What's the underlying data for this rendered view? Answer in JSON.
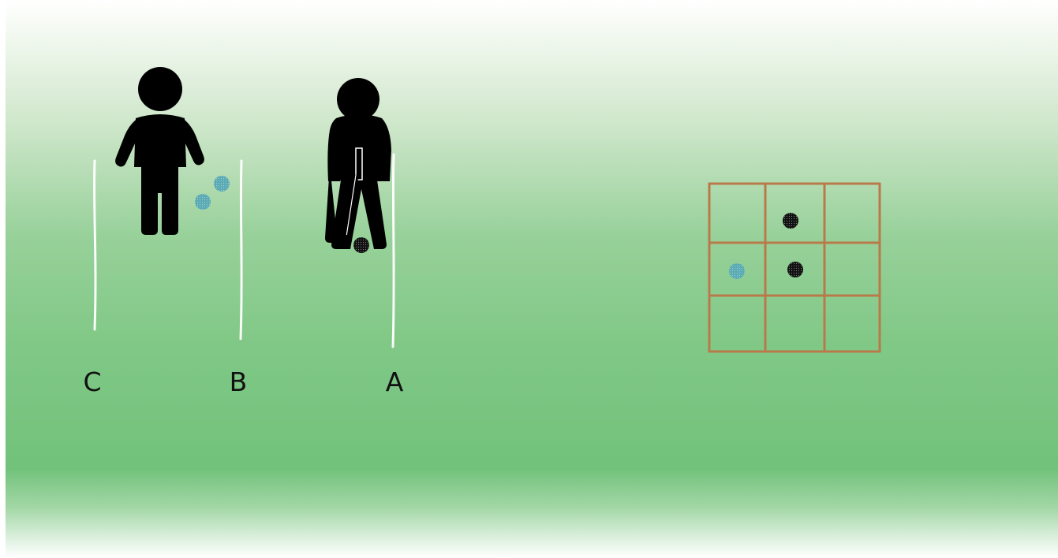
{
  "scene": {
    "lines": [
      {
        "label": "C"
      },
      {
        "label": "B"
      },
      {
        "label": "A"
      }
    ],
    "colors": {
      "grass": "#74c47c",
      "grass_fade": "#ffffff",
      "grid": "#b97a4a",
      "blue_ball": "#5aaab4",
      "black_ball": "#111111",
      "chalk_line": "#ffffff",
      "figure": "#000000"
    },
    "figures": [
      {
        "icon": "standing-person-icon",
        "holding_balls": 2,
        "ball_color": "blue"
      },
      {
        "icon": "golfer-putting-icon",
        "ball_color": "black"
      }
    ],
    "grid": {
      "rows": 3,
      "cols": 3,
      "balls": [
        {
          "row": 0,
          "col": 1,
          "color": "black"
        },
        {
          "row": 1,
          "col": 1,
          "color": "black"
        },
        {
          "row": 1,
          "col": 0,
          "color": "blue"
        }
      ]
    }
  }
}
